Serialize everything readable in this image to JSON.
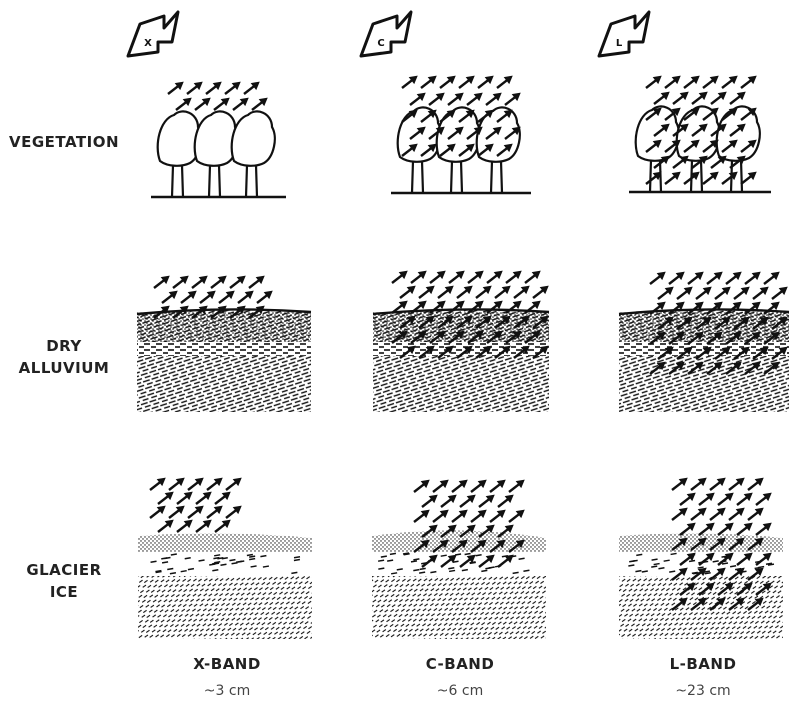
{
  "rows": [
    {
      "id": "vegetation",
      "label_lines": [
        "VEGETATION"
      ]
    },
    {
      "id": "dry-alluvium",
      "label_lines": [
        "DRY",
        "ALLUVIUM"
      ]
    },
    {
      "id": "glacier-ice",
      "label_lines": [
        "GLACIER",
        "ICE"
      ]
    }
  ],
  "bands": [
    {
      "id": "x",
      "letter": "X",
      "name": "X-BAND",
      "wavelength": "~3 cm"
    },
    {
      "id": "c",
      "letter": "C",
      "name": "C-BAND",
      "wavelength": "~6 cm"
    },
    {
      "id": "l",
      "letter": "L",
      "name": "L-BAND",
      "wavelength": "~23 cm"
    }
  ],
  "colors": {
    "ink": "#111111",
    "label": "#222222",
    "background": "#ffffff"
  },
  "icons": {
    "radar_badge": "radar-beam-icon",
    "arrow": "backscatter-arrow-icon",
    "tree": "tree-icon"
  }
}
